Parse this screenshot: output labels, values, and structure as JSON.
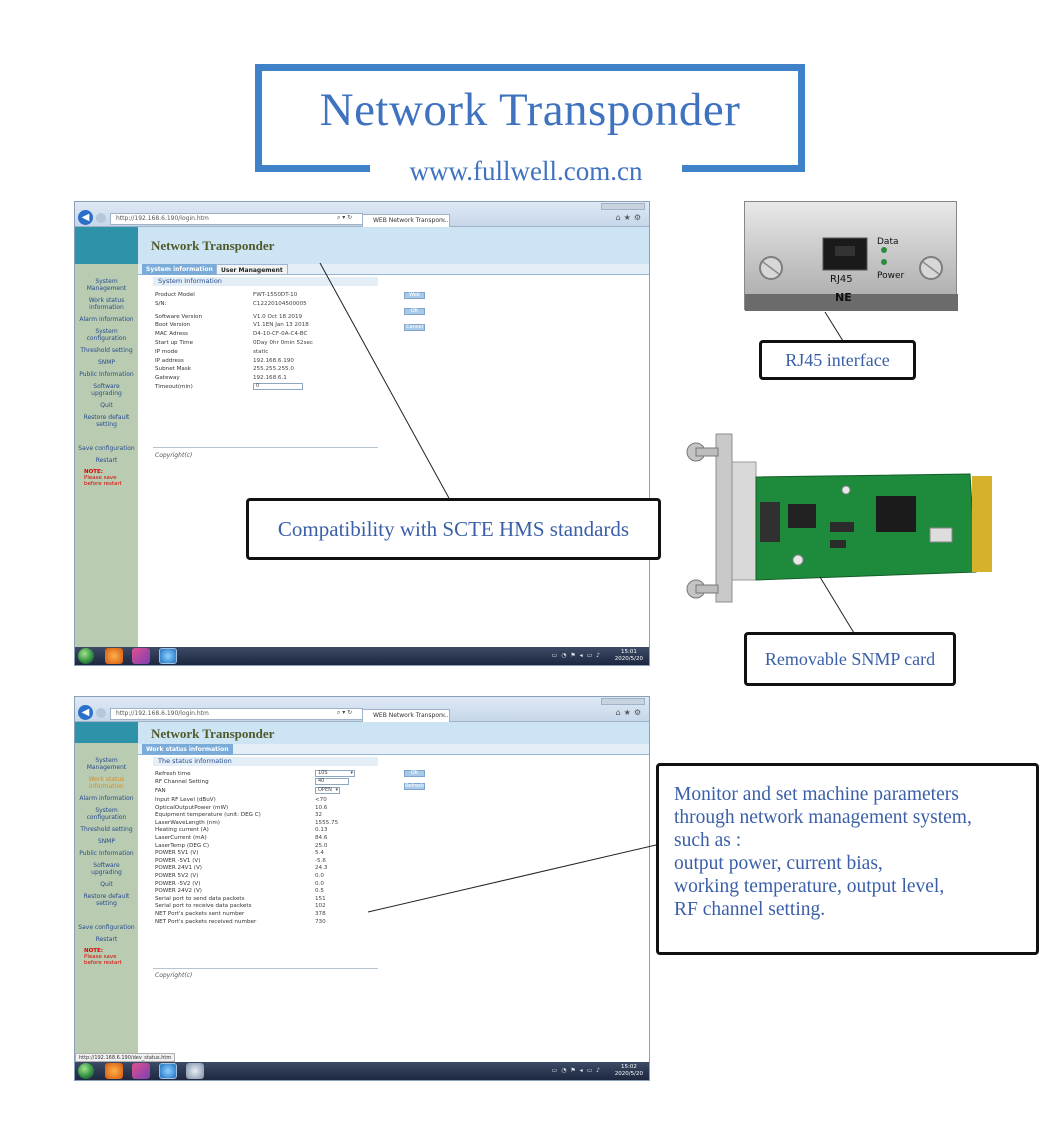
{
  "banner": {
    "title": "Network Transponder",
    "url": "www.fullwell.com.cn"
  },
  "colors": {
    "banner_blue": "#3f82c8",
    "callout_text": "#3a5fa8",
    "sidebar_green": "#b9cbb0",
    "header_blue": "#cde4f4",
    "pcb_green": "#1e8a3c"
  },
  "browser1": {
    "address": "http://192.168.6.190/login.htm",
    "tab_title": "WEB Network Transpon...",
    "page_title": "Network Transponder",
    "tabs": [
      "System information",
      "User Management"
    ],
    "sidebar": [
      "System Management",
      "Work status information",
      "Alarm information",
      "System configuration",
      "Threshold setting",
      "SNMP",
      "Public Information",
      "Software upgrading",
      "Quit",
      "Restore default setting",
      "Save configuration",
      "Restart"
    ],
    "note_title": "NOTE:",
    "note_text": "Please save before restart",
    "section_title": "System Information",
    "rows": [
      {
        "k": "Product Model",
        "v": "FWT-1550DT-10"
      },
      {
        "k": "S/N:",
        "v": "C12220104500005"
      },
      {
        "k": "Software Version",
        "v": "V1.0 Oct 18 2019"
      },
      {
        "k": "Boot Version",
        "v": "V1.1EN Jan 13 2018"
      },
      {
        "k": "MAC Adress",
        "v": "D4-10-CF-0A-C4-BC"
      },
      {
        "k": "Start up Time",
        "v": "0Day 0hr 0min 52sec"
      },
      {
        "k": "IP mode",
        "v": "static"
      },
      {
        "k": "IP address",
        "v": "192.168.6.190"
      },
      {
        "k": "Subnet Mask",
        "v": "255.255.255.0"
      },
      {
        "k": "Gateway",
        "v": "192.168.6.1"
      },
      {
        "k": "Timeout(min)",
        "v": "0"
      }
    ],
    "buttons": [
      "Web",
      "OK",
      "Cancel"
    ],
    "copyright": "Copyright(c)",
    "clock_time": "15:01",
    "clock_date": "2020/5/20"
  },
  "browser2": {
    "address": "http://192.168.6.190/login.htm",
    "tab_title": "WEB Network Transpon...",
    "page_title": "Network Transponder",
    "tab": "Work status information",
    "sidebar": [
      "System Management",
      "Work status information",
      "Alarm information",
      "System configuration",
      "Threshold setting",
      "SNMP",
      "Public Information",
      "Software upgrading",
      "Quit",
      "Restore default setting",
      "Save configuration",
      "Restart"
    ],
    "note_title": "NOTE:",
    "note_text": "Please save before restart",
    "section_title": "The status information",
    "refresh_label": "Refresh time",
    "refresh_value": "10S",
    "channel_label": "RF Channel Setting",
    "channel_value": "40",
    "fan_label": "FAN",
    "fan_value": "OPEN",
    "rows": [
      {
        "k": "Input RF Level (dBuV)",
        "v": "<70"
      },
      {
        "k": "OpticalOutputPower (mW)",
        "v": "10.6"
      },
      {
        "k": "Equipment temperature (unit: DEG C)",
        "v": "32"
      },
      {
        "k": "LaserWaveLength (nm)",
        "v": "1555.75"
      },
      {
        "k": "Heating current (A)",
        "v": "0.13"
      },
      {
        "k": "LaserCurrent (mA)",
        "v": "84.6"
      },
      {
        "k": "LaserTemp (DEG C)",
        "v": "25.0"
      },
      {
        "k": "POWER 5V1 (V)",
        "v": "5.4"
      },
      {
        "k": "POWER -5V1 (V)",
        "v": "-5.6"
      },
      {
        "k": "POWER 24V1 (V)",
        "v": "24.3"
      },
      {
        "k": "POWER 5V2 (V)",
        "v": "0.0"
      },
      {
        "k": "POWER -5V2 (V)",
        "v": "0.0"
      },
      {
        "k": "POWER 24V2 (V)",
        "v": "0.5"
      },
      {
        "k": "Serial port to send data packets",
        "v": "151"
      },
      {
        "k": "Serial port to receive data packets",
        "v": "102"
      },
      {
        "k": "NET Port's packets sent number",
        "v": "378"
      },
      {
        "k": "NET Port's packets received number",
        "v": "730"
      }
    ],
    "buttons": [
      "OK",
      "Refresh"
    ],
    "copyright": "Copyright(c)",
    "status_url": "http://192.168.6.190/dev_status.htm",
    "clock_time": "15:02",
    "clock_date": "2020/5/20"
  },
  "rj45_photo": {
    "label_rj45": "RJ45",
    "label_ne": "NE",
    "label_data": "Data",
    "label_power": "Power"
  },
  "callouts": {
    "scte": "Compatibility with SCTE HMS standards",
    "rj45": "RJ45 interface",
    "snmp": "Removable SNMP card",
    "monitor_lines": [
      "Monitor and set machine parameters",
      "through network management system,",
      "such as :",
      "output power, current bias,",
      "working temperature, output level,",
      "RF channel setting."
    ]
  }
}
